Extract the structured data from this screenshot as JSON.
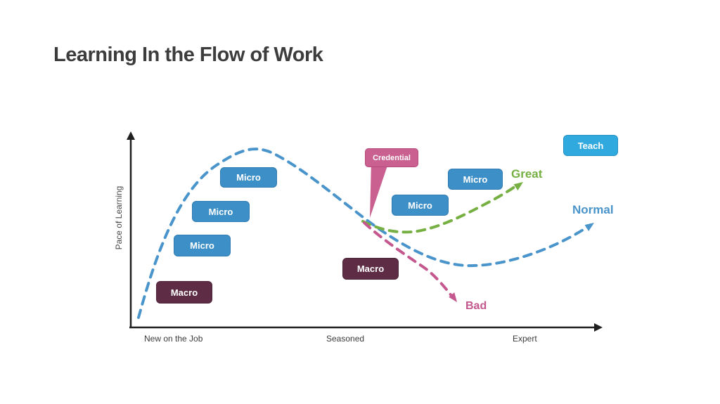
{
  "slide": {
    "title": "Learning In the Flow of Work",
    "background_color": "#ffffff",
    "title_color": "#3c3c3c"
  },
  "diagram": {
    "y_axis_label": "Pace of Learning",
    "x_axis_labels": [
      "New on the Job",
      "Seasoned",
      "Expert"
    ],
    "boxes": [
      {
        "label": "Macro",
        "type": "macro"
      },
      {
        "label": "Micro",
        "type": "micro"
      },
      {
        "label": "Micro",
        "type": "micro"
      },
      {
        "label": "Micro",
        "type": "micro"
      },
      {
        "label": "Credential",
        "type": "credential"
      },
      {
        "label": "Micro",
        "type": "micro"
      },
      {
        "label": "Macro",
        "type": "macro"
      },
      {
        "label": "Micro",
        "type": "micro"
      },
      {
        "label": "Teach",
        "type": "teach"
      }
    ],
    "curves": [
      {
        "name": "learning-pace-curve",
        "end_label": "Normal",
        "color": "#4a94cc",
        "style": "dashed"
      },
      {
        "name": "great-branch",
        "end_label": "Great",
        "color": "#76b043",
        "style": "dashed"
      },
      {
        "name": "bad-branch",
        "end_label": "Bad",
        "color": "#c4578d",
        "style": "dashed"
      }
    ],
    "colors": {
      "micro_box": "#3d8fc7",
      "macro_box": "#5e2d45",
      "credential_box": "#c9608f",
      "teach_box": "#30a9de",
      "axis": "#1f1f1f"
    }
  }
}
